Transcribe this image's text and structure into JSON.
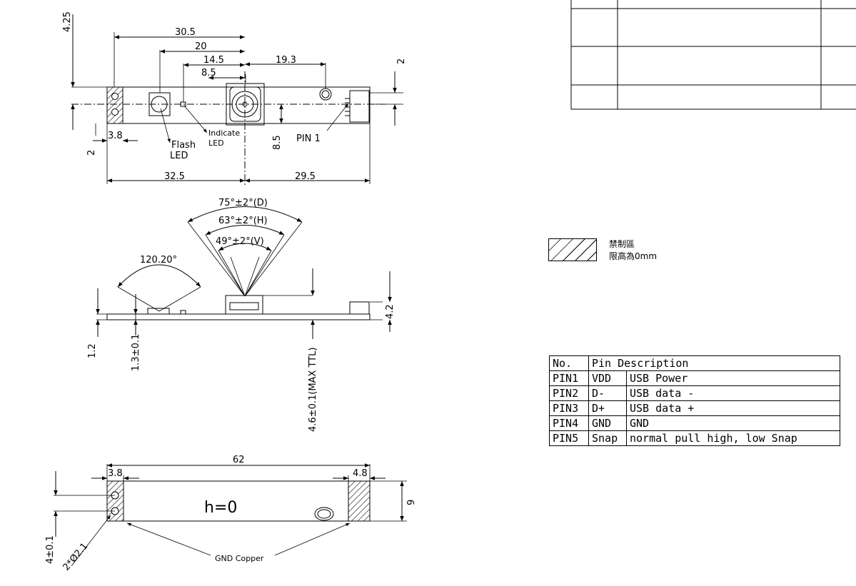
{
  "top_view": {
    "dims": {
      "d30_5": "30.5",
      "d20": "20",
      "d14_5": "14.5",
      "d8_5_top": "8.5",
      "d19_3": "19.3",
      "d2_right": "2",
      "d4_25": "4.25",
      "d3_8": "3.8",
      "d2_left": "2",
      "d8_5_vert": "8.5",
      "d32_5": "32.5",
      "d29_5": "29.5"
    },
    "labels": {
      "flash_1": "Flash",
      "flash_2": "LED",
      "indicate_1": "Indicate",
      "indicate_2": "LED",
      "pin1": "PIN 1"
    }
  },
  "side_view": {
    "angles": {
      "diag": "75°±2°(D)",
      "horiz": "63°±2°(H)",
      "vert": "49°±2°(V)",
      "led": "120.20°"
    },
    "dims": {
      "d1_2": "1.2",
      "d1_3": "1.3±0.1",
      "d4_6": "4.6±0.1(MAX TTL)",
      "d4_2": "4.2"
    }
  },
  "bottom_view": {
    "dims": {
      "d62": "62",
      "d3_8": "3.8",
      "d4_8": "4.8",
      "d9": "9",
      "d4_01": "4±0.1",
      "holes": "2*Ø2.1"
    },
    "labels": {
      "height": "h=0",
      "gnd": "GND Copper"
    }
  },
  "legend": {
    "line1": "禁制區",
    "line2": "限高為0mm"
  },
  "pin_table": {
    "header_no": "No.",
    "header_desc": "Pin Description",
    "rows": [
      {
        "pin": "PIN1",
        "signal": "VDD",
        "desc": "USB Power"
      },
      {
        "pin": "PIN2",
        "signal": "D-",
        "desc": "USB data -"
      },
      {
        "pin": "PIN3",
        "signal": "D+",
        "desc": "USB data +"
      },
      {
        "pin": "PIN4",
        "signal": "GND",
        "desc": "GND"
      },
      {
        "pin": "PIN5",
        "signal": "Snap",
        "desc": "normal pull high, low Snap"
      }
    ]
  }
}
